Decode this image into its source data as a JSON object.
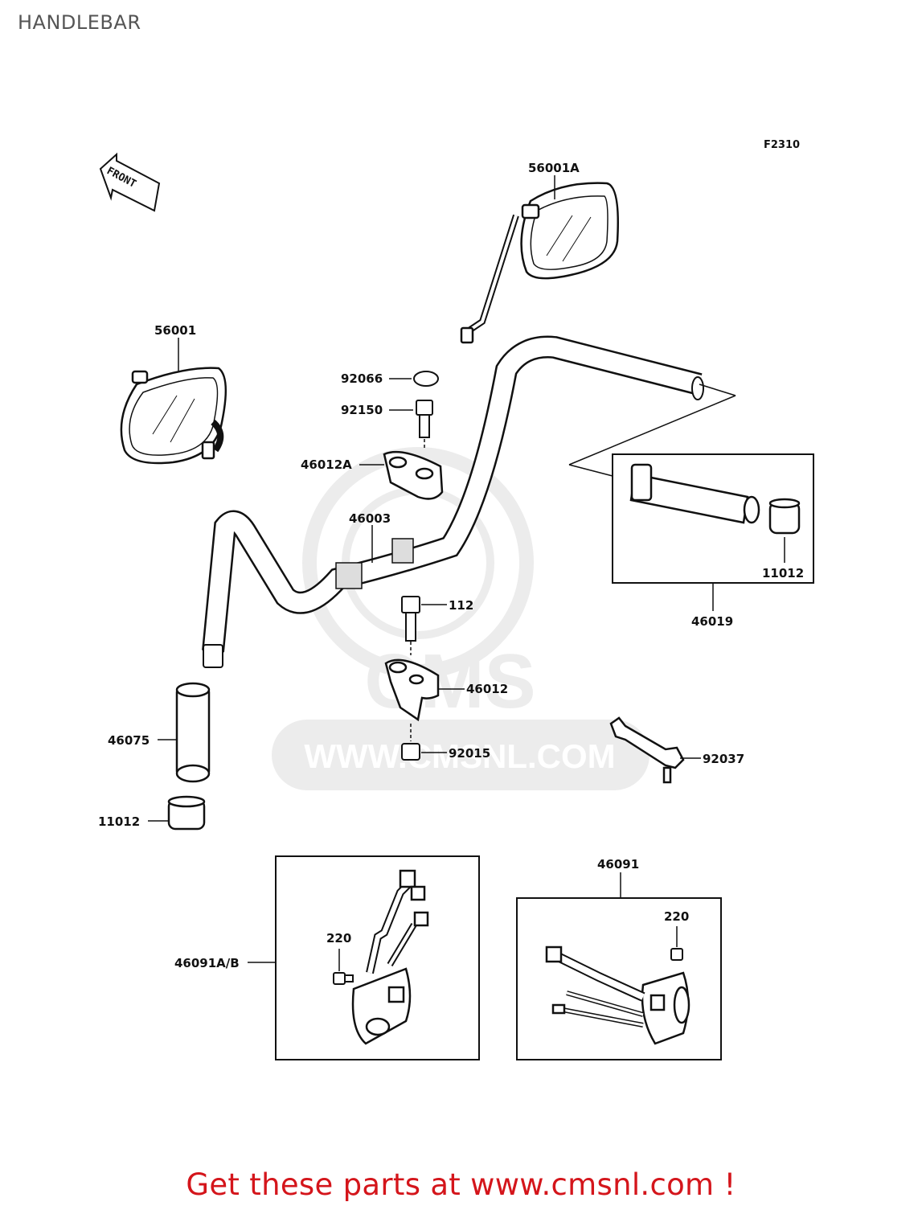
{
  "title": "HANDLEBAR",
  "figure_code": "F2310",
  "front_label": "FRONT",
  "parts": {
    "mirror_right": "56001A",
    "mirror_left": "56001",
    "cap": "92066",
    "bolt_upper": "92150",
    "holder_upper": "46012A",
    "handlebar": "46003",
    "bolt": "112",
    "holder_lower": "46012",
    "nut": "92015",
    "grip_left": "46075",
    "end_cap_left": "11012",
    "end_cap_right": "11012",
    "grip_right": "46019",
    "wrench": "92037",
    "switch_left": "46091A/B",
    "screw_left": "220",
    "switch_right": "46091",
    "screw_right": "220"
  },
  "watermark": {
    "brand": "CMS",
    "url": "WWW.CMSNL.COM"
  },
  "footer": "Get these parts at www.cmsnl.com !",
  "colors": {
    "line": "#111111",
    "watermark": "#e8e8e8",
    "footer": "#d4151b"
  }
}
